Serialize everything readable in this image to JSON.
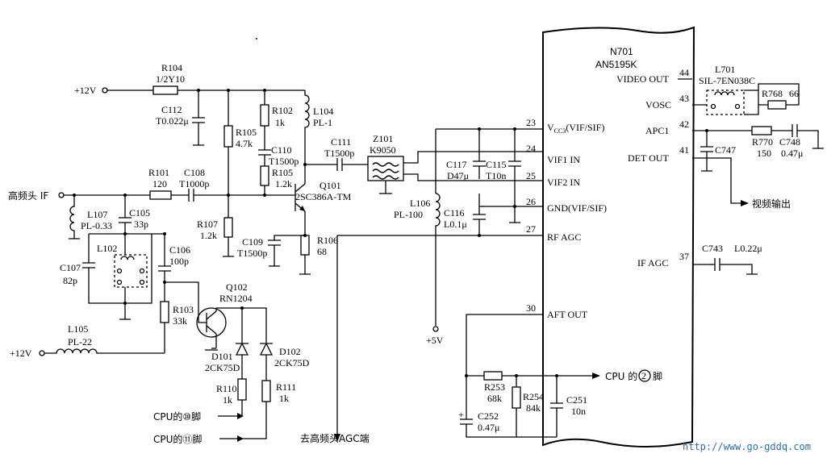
{
  "labels": {
    "supply_top": "+12V",
    "supply_bottom": "+12V",
    "tuner_if": "高频头 IF",
    "r104_name": "R104",
    "r104_val": "1/2Y10",
    "c112_name": "C112",
    "c112_val": "T0.022μ",
    "r102_name": "R102",
    "r102_val": "1k",
    "l104_name": "L104",
    "l104_val": "PL-1",
    "r105a_name": "R105",
    "r105a_val": "4.7k",
    "c110_name": "C110",
    "c110_val": "T1500p",
    "r105b_name": "R105",
    "r105b_val": "1.2k",
    "c111_name": "C111",
    "c111_val": "T1500p",
    "z101_name": "Z101",
    "z101_val": "K9050",
    "q101_name": "Q101",
    "q101_val": "2SC386A-TM",
    "r101_name": "R101",
    "r101_val": "120",
    "c108_name": "C108",
    "c108_val": "T1000p",
    "l107_name": "L107",
    "l107_val": "PL-0.33",
    "c105_name": "C105",
    "c105_val": "33p",
    "r107_name": "R107",
    "r107_val": "1.2k",
    "c109_name": "C109",
    "c109_val": "T1500p",
    "r106_name": "R106",
    "r106_val": "68",
    "l102_name": "L102",
    "c106_name": "C106",
    "c106_val": "100p",
    "c107_name": "C107",
    "c107_val": "82p",
    "r103_name": "R103",
    "r103_val": "33k",
    "q102_name": "Q102",
    "q102_val": "RN1204",
    "l105_name": "L105",
    "l105_val": "PL-22",
    "d101_name": "D101",
    "d101_val": "2CK75D",
    "d102_name": "D102",
    "d102_val": "2CK75D",
    "r110_name": "R110",
    "r110_val": "1k",
    "r111_name": "R111",
    "r111_val": "1k",
    "cpu10": "CPU的⑩脚",
    "cpu11": "CPU的⑪脚",
    "to_tuner_agc": "去高频头AGC端",
    "l106_name": "L106",
    "l106_val": "PL-100",
    "c116_name": "C116",
    "c116_val": "L0.1μ",
    "c117_name": "C117",
    "c117_val": "D47μ",
    "c115_name": "C115",
    "c115_val": "T10n",
    "plus5v": "+5V",
    "n701_name": "N701",
    "n701_val": "AN5195K",
    "pin23": "23",
    "pin24": "24",
    "pin25": "25",
    "pin26": "26",
    "pin27": "27",
    "pin30": "30",
    "pin44": "44",
    "pin43": "43",
    "pin42": "42",
    "pin41": "41",
    "pin37": "37",
    "vcc3": "V",
    "vcc3_sub": "CC3",
    "vcc3_rest": "(VIF/SIF)",
    "vif1": "VIF1 IN",
    "vif2": "VIF2 IN",
    "gnd": "GND(VIF/SIF)",
    "rfagc": "RF AGC",
    "aftout": "AFT OUT",
    "videoout": "VIDEO OUT",
    "vosc": "VOSC",
    "apc1": "APC1",
    "detout": "DET OUT",
    "ifagc": "IF AGC",
    "l701_name": "L701",
    "l701_val": "SIL-7EN038C",
    "r768_name": "R768",
    "r768_val": "66",
    "r770_name": "R770",
    "r770_val": "150",
    "c748_name": "C748",
    "c748_val": "0.47μ",
    "c747_name": "C747",
    "video_out_cn": "视频输出",
    "c743_name": "C743",
    "c743_val": "L0.22μ",
    "r253_name": "R253",
    "r253_val": "68k",
    "r254_name": "R254",
    "r254_val": "84k",
    "c251_name": "C251",
    "c251_val": "10n",
    "c252_name": "C252",
    "c252_val": "0.47μ",
    "cpu2_prefix": "CPU 的",
    "cpu2_num": "2",
    "cpu2_suffix": "脚",
    "url": "http://www.go-gddq.com"
  }
}
